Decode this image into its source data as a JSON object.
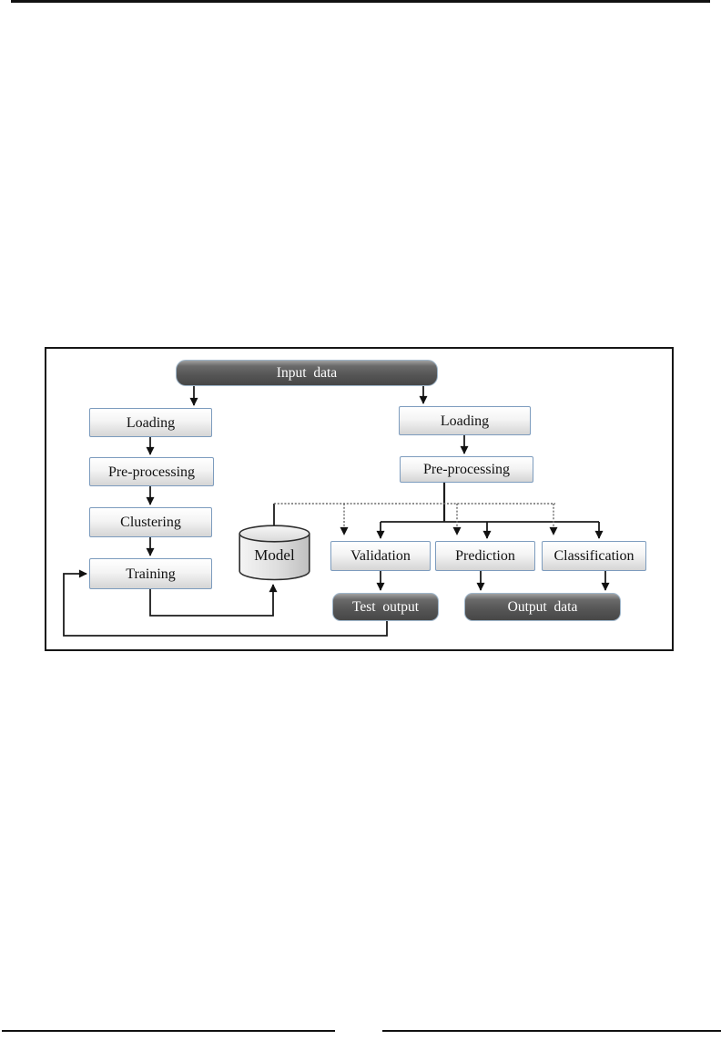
{
  "figure": {
    "kind": "flowchart",
    "nodes": {
      "input_data": {
        "label": "Input data"
      },
      "loading_left": {
        "label": "Loading"
      },
      "preprocessing_left": {
        "label": "Pre-processing"
      },
      "clustering": {
        "label": "Clustering"
      },
      "training": {
        "label": "Training"
      },
      "loading_right": {
        "label": "Loading"
      },
      "preprocessing_right": {
        "label": "Pre-processing"
      },
      "model": {
        "label": "Model"
      },
      "validation": {
        "label": "Validation"
      },
      "prediction": {
        "label": "Prediction"
      },
      "classification": {
        "label": "Classification"
      },
      "test_output": {
        "label": "Test output"
      },
      "output_data": {
        "label": "Output data"
      }
    },
    "edges": [
      {
        "from": "input_data",
        "to": "loading_left",
        "style": "solid"
      },
      {
        "from": "input_data",
        "to": "loading_right",
        "style": "solid"
      },
      {
        "from": "loading_left",
        "to": "preprocessing_left",
        "style": "solid"
      },
      {
        "from": "preprocessing_left",
        "to": "clustering",
        "style": "solid"
      },
      {
        "from": "clustering",
        "to": "training",
        "style": "solid"
      },
      {
        "from": "training",
        "to": "model",
        "style": "solid"
      },
      {
        "from": "loading_right",
        "to": "preprocessing_right",
        "style": "solid"
      },
      {
        "from": "preprocessing_right",
        "to": "validation",
        "style": "solid"
      },
      {
        "from": "preprocessing_right",
        "to": "prediction",
        "style": "solid"
      },
      {
        "from": "preprocessing_right",
        "to": "classification",
        "style": "solid"
      },
      {
        "from": "model",
        "to": "validation",
        "style": "dotted"
      },
      {
        "from": "model",
        "to": "prediction",
        "style": "dotted"
      },
      {
        "from": "model",
        "to": "classification",
        "style": "dotted"
      },
      {
        "from": "validation",
        "to": "test_output",
        "style": "solid"
      },
      {
        "from": "prediction",
        "to": "output_data",
        "style": "solid"
      },
      {
        "from": "classification",
        "to": "output_data",
        "style": "solid"
      },
      {
        "from": "test_output",
        "to": "training",
        "style": "solid"
      }
    ],
    "colors": {
      "connector": "#1c1c1c",
      "dotted_connector": "#6a6a6a",
      "light_node_border": "#7d9cbe",
      "dark_node_fill": "#555555",
      "dark_node_text": "#ffffff"
    }
  }
}
